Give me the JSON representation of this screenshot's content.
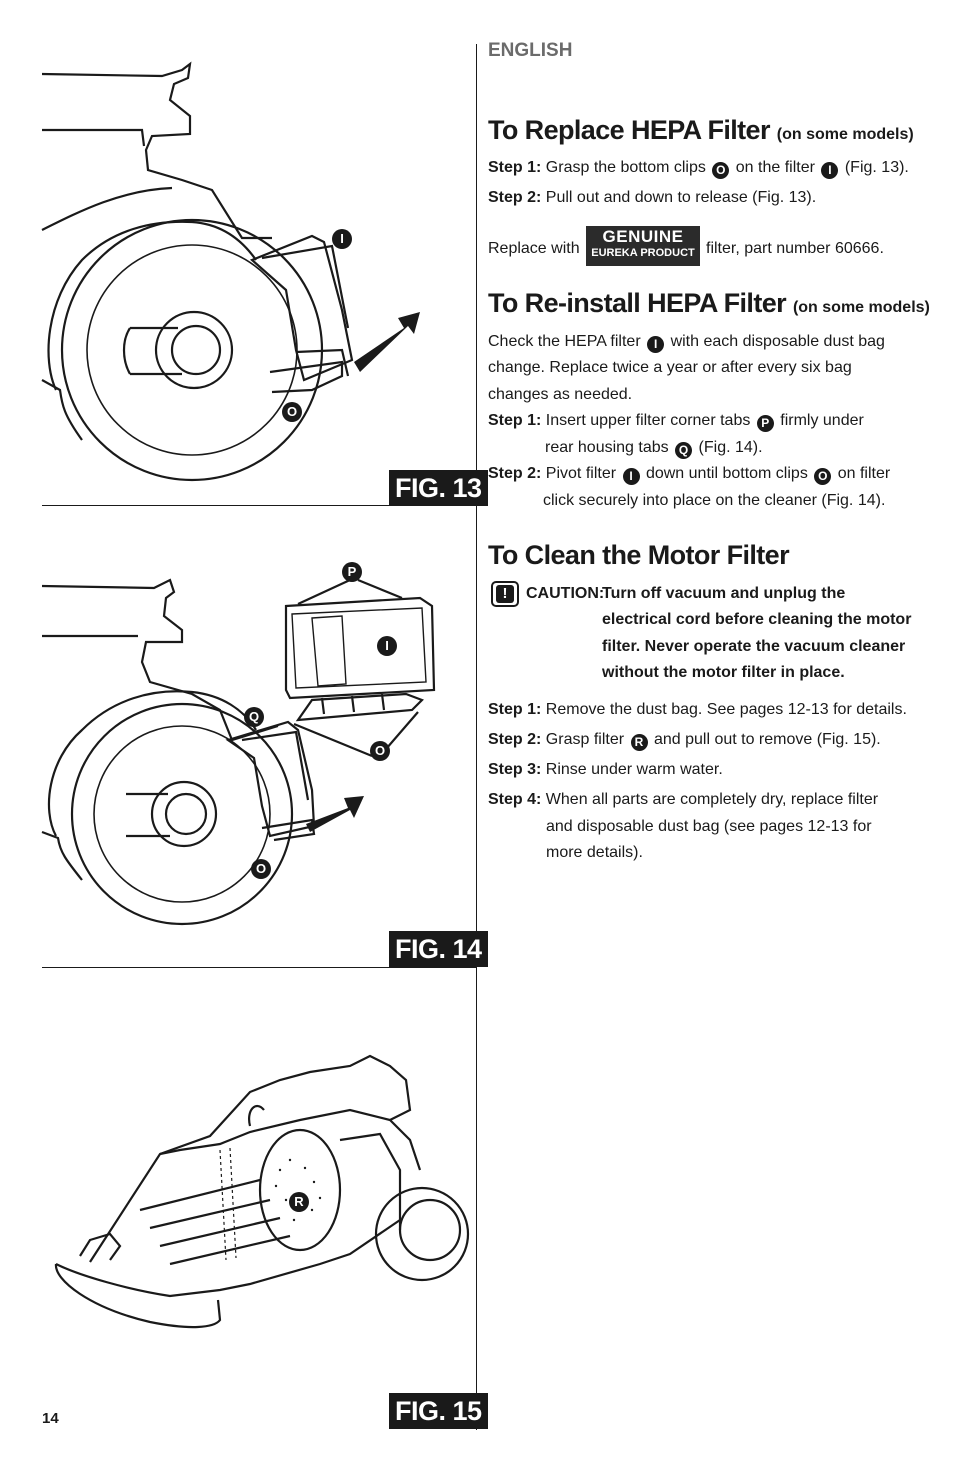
{
  "header": {
    "language": "ENGLISH"
  },
  "page_number": "14",
  "figures": {
    "fig13": {
      "label": "FIG. 13",
      "callouts": [
        "I",
        "O"
      ]
    },
    "fig14": {
      "label": "FIG. 14",
      "callouts": [
        "P",
        "I",
        "Q",
        "O",
        "O"
      ]
    },
    "fig15": {
      "label": "FIG. 15",
      "callouts": [
        "R"
      ]
    }
  },
  "replace_hepa": {
    "title": "To Replace HEPA Filter",
    "subtitle": "(on some models)",
    "step1": {
      "label": "Step 1:",
      "t1": "Grasp the bottom clips",
      "b1": "O",
      "t2": "on the filter",
      "b2": "I",
      "t3": "(Fig. 13)."
    },
    "step2": {
      "label": "Step 2:",
      "text": "Pull out and down to release (Fig. 13)."
    },
    "replace_with": "Replace with",
    "genuine_line1": "GENUINE",
    "genuine_line2": "EUREKA PRODUCT",
    "part_number": "filter, part number 60666."
  },
  "reinstall_hepa": {
    "title": "To Re-install HEPA Filter",
    "subtitle": "(on some models)",
    "intro": {
      "t1": "Check the HEPA filter",
      "b1": "I",
      "t2": "with each disposable dust bag"
    },
    "intro2": "change. Replace twice a year or after every six bag",
    "intro3": "changes as needed.",
    "step1": {
      "label": "Step 1:",
      "t1": "Insert upper filter corner tabs",
      "b1": "P",
      "t2": "firmly under",
      "t3": "rear housing tabs",
      "b2": "Q",
      "t4": "(Fig. 14)."
    },
    "step2": {
      "label": "Step 2:",
      "t1": "Pivot filter",
      "b1": "I",
      "t2": "down until bottom clips",
      "b2": "O",
      "t3": "on filter",
      "t4": "click securely into place on the cleaner (Fig. 14)."
    }
  },
  "clean_motor": {
    "title": "To Clean the Motor Filter",
    "caution_label": "CAUTION:",
    "caution_l1": "Turn off vacuum and unplug the",
    "caution_l2": "electrical cord before cleaning the motor",
    "caution_l3": "filter. Never operate the vacuum cleaner",
    "caution_l4": "without the motor filter in place.",
    "caution_icon": "!",
    "step1": {
      "label": "Step 1:",
      "text": "Remove the dust bag. See pages 12-13 for details."
    },
    "step2": {
      "label": "Step 2:",
      "t1": "Grasp filter",
      "b1": "R",
      "t2": "and pull out to remove (Fig. 15)."
    },
    "step3": {
      "label": "Step 3:",
      "text": "Rinse under warm water."
    },
    "step4": {
      "label": "Step 4:",
      "t1": "When all parts are completely dry, replace filter",
      "t2": "and disposable dust bag (see pages 12-13 for",
      "t3": "more details)."
    }
  }
}
